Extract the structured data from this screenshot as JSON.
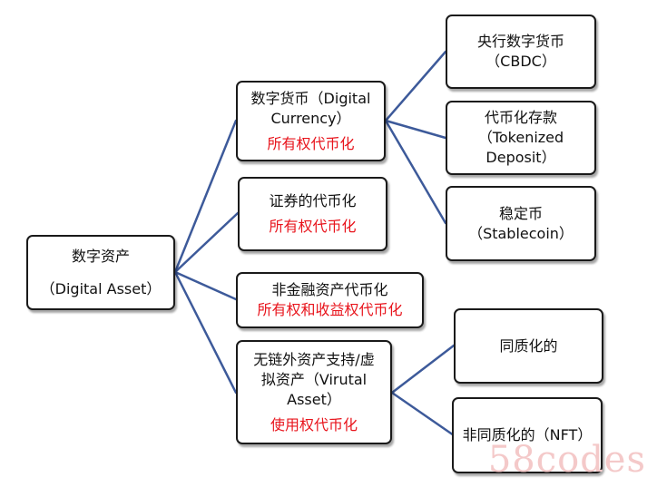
{
  "root": {
    "line1": "数字资产",
    "line2": "（Digital Asset）"
  },
  "categories": [
    {
      "lines": [
        "数字货币（Digital",
        "Currency）"
      ],
      "rights": "所有权代币化"
    },
    {
      "lines": [
        "证券的代币化"
      ],
      "rights": "所有权代币化"
    },
    {
      "lines": [
        "非金融资产代币化"
      ],
      "rights": "所有权和收益权代币化"
    },
    {
      "lines": [
        "无链外资产支持/虚",
        "拟资产（Virutal",
        "Asset）"
      ],
      "rights": "使用权代币化"
    }
  ],
  "currency_types": [
    {
      "lines": [
        "央行数字货币",
        "（CBDC）"
      ]
    },
    {
      "lines": [
        "代币化存款",
        "（Tokenized",
        "Deposit）"
      ]
    },
    {
      "lines": [
        "稳定币",
        "（Stablecoin）"
      ]
    }
  ],
  "virtual_types": [
    {
      "lines": [
        "同质化的"
      ]
    },
    {
      "lines": [
        "非同质化的（NFT）"
      ]
    }
  ],
  "watermark": "58codes",
  "colors": {
    "connector": "#3d5a9a",
    "rights_text": "#e8141c",
    "border": "#1a1a1a",
    "watermark": "#f4c9c9"
  }
}
